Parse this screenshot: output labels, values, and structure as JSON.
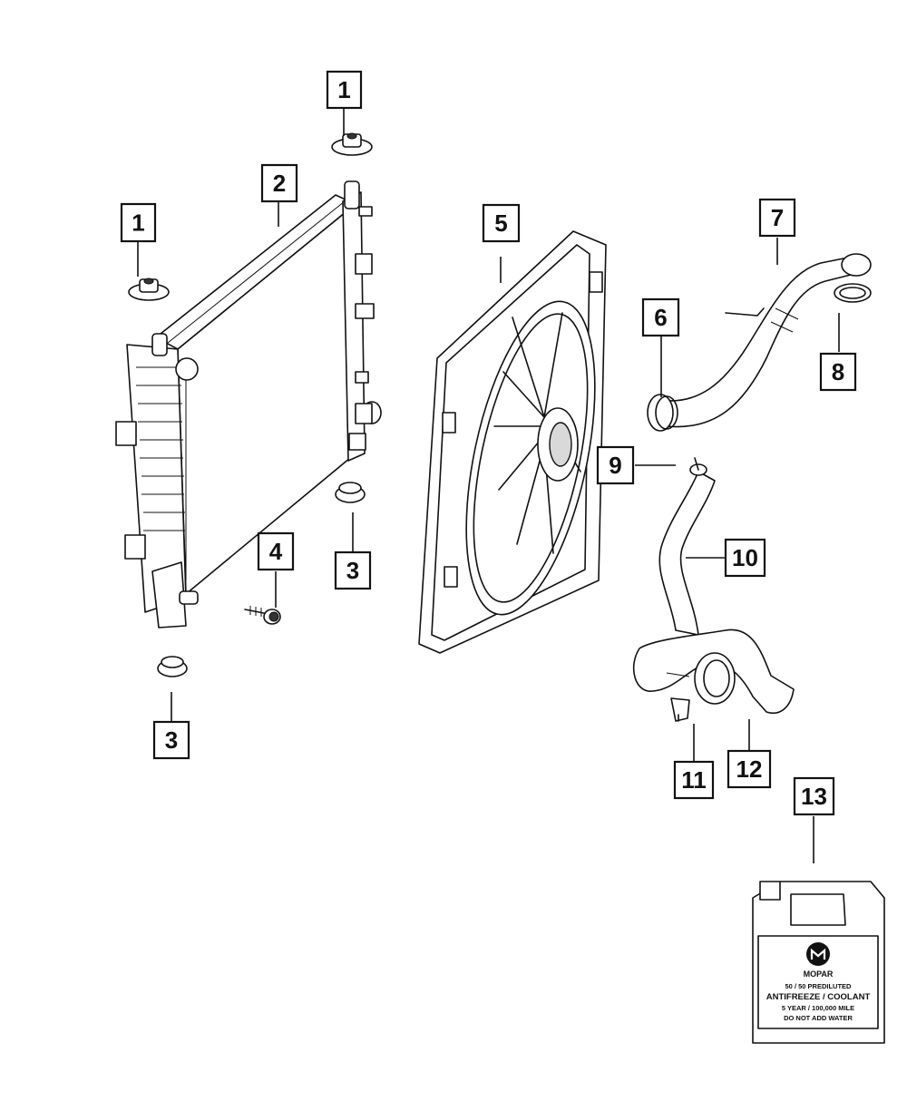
{
  "callouts": [
    {
      "id": "c1a",
      "label": "1"
    },
    {
      "id": "c1b",
      "label": "1"
    },
    {
      "id": "c2",
      "label": "2"
    },
    {
      "id": "c3a",
      "label": "3"
    },
    {
      "id": "c3b",
      "label": "3"
    },
    {
      "id": "c4",
      "label": "4"
    },
    {
      "id": "c5",
      "label": "5"
    },
    {
      "id": "c6",
      "label": "6"
    },
    {
      "id": "c7",
      "label": "7"
    },
    {
      "id": "c8",
      "label": "8"
    },
    {
      "id": "c9",
      "label": "9"
    },
    {
      "id": "c10",
      "label": "10"
    },
    {
      "id": "c11",
      "label": "11"
    },
    {
      "id": "c12",
      "label": "12"
    },
    {
      "id": "c13",
      "label": "13"
    }
  ],
  "coolant_jug": {
    "brand": "MOPAR",
    "line1": "50 / 50 PREDILUTED",
    "line2": "ANTIFREEZE / COOLANT",
    "line3": "5 YEAR / 100,000 MILE",
    "line4": "DO NOT ADD WATER"
  }
}
